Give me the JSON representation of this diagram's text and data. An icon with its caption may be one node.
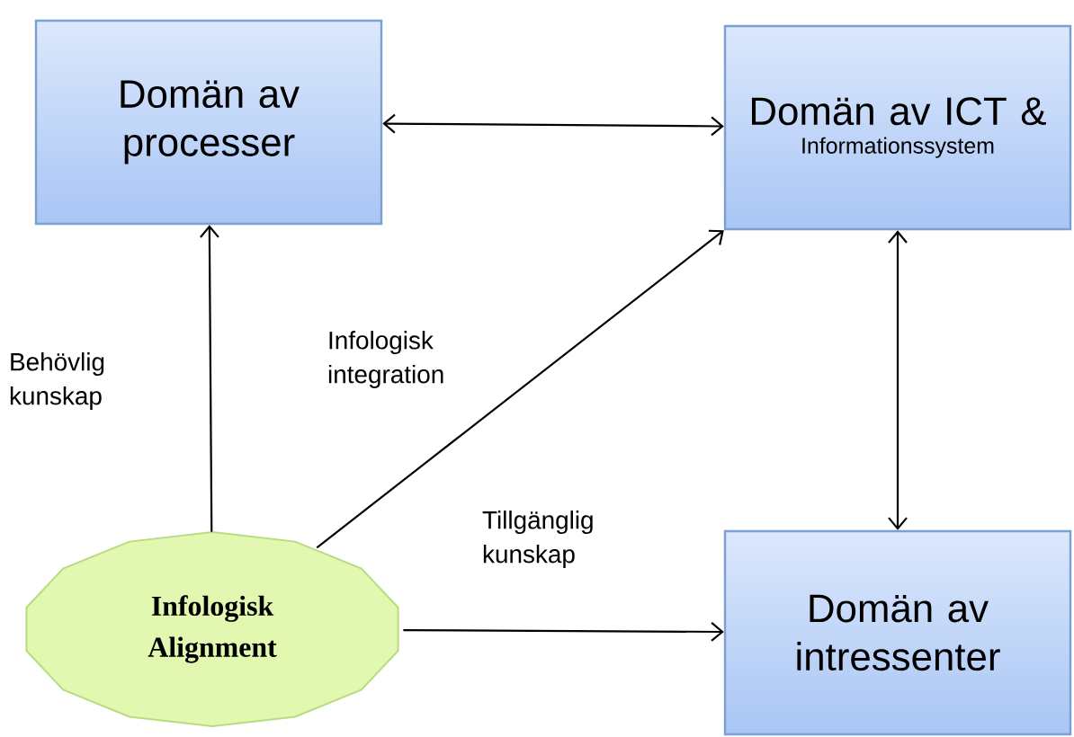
{
  "diagram": {
    "nodes": [
      {
        "text": [
          "Domän av processer"
        ]
      },
      {
        "text": [
          "Domän av ICT &",
          "Informationssystem"
        ]
      },
      {
        "text": [
          "Infologisk Alignment"
        ]
      },
      {
        "text": [
          "Domän av intressenter"
        ]
      }
    ],
    "edges": [
      {
        "from": 0,
        "to": 1,
        "arrow": "both"
      },
      {
        "from": 1,
        "to": 3,
        "arrow": "both"
      },
      {
        "from": 2,
        "to": 0,
        "arrow": "to",
        "label": "Behövlig kunskap"
      },
      {
        "from": 2,
        "to": 1,
        "arrow": "to",
        "label": "Infologisk integration"
      },
      {
        "from": 2,
        "to": 3,
        "arrow": "to",
        "label": "Tillgänglig kunskap"
      }
    ]
  }
}
